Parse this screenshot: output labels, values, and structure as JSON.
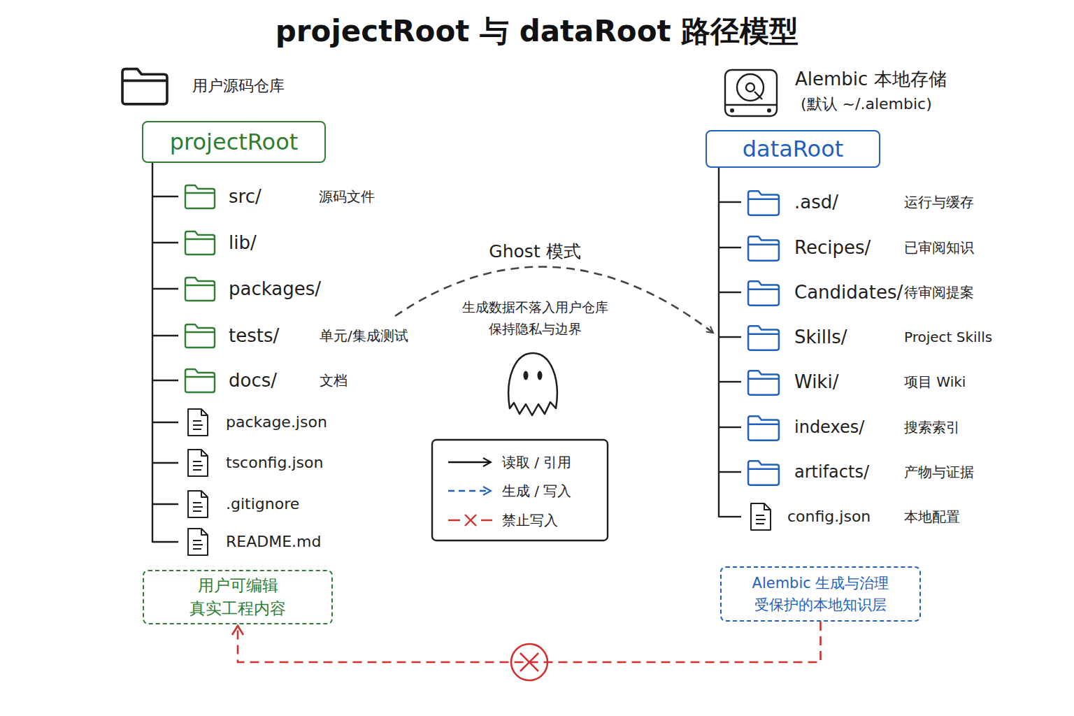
{
  "diagram": {
    "title": "projectRoot 与 dataRoot 路径模型",
    "nodes": [
      {
        "text": [
          "projectRoot"
        ]
      },
      {
        "text": [
          "dataRoot"
        ]
      },
      {
        "text": [
          "用户可编辑 真实工程内容"
        ]
      },
      {
        "text": [
          "Alembic 生成与治理 受保护的本地知识层"
        ]
      }
    ],
    "edges": [
      {
        "from": 3,
        "to": 2,
        "arrow": "to"
      }
    ],
    "labels": [
      "用户源码仓库",
      "src/",
      "源码文件",
      "lib/",
      "packages/",
      "tests/",
      "单元/集成测试",
      "docs/",
      "文档",
      "package.json",
      "tsconfig.json",
      ".gitignore",
      "README.md",
      "Ghost 模式",
      "生成数据不落入用户仓库 保持隐私与边界",
      "Alembic 本地存储",
      "(默认 ~/.alembic)",
      ".asd/",
      "运行与缓存",
      "Recipes/",
      "已审阅知识",
      "Candidates/",
      "待审阅提案",
      "Skills/",
      "Project Skills",
      "Wiki/",
      "项目 Wiki",
      "indexes/",
      "搜索索引",
      "artifacts/",
      "产物与证据",
      "config.json",
      "本地配置"
    ],
    "legend": [
      {
        "text": "读取 / 引用"
      },
      {
        "text": "生成 / 写入"
      },
      {
        "text": "禁止写入"
      }
    ]
  }
}
